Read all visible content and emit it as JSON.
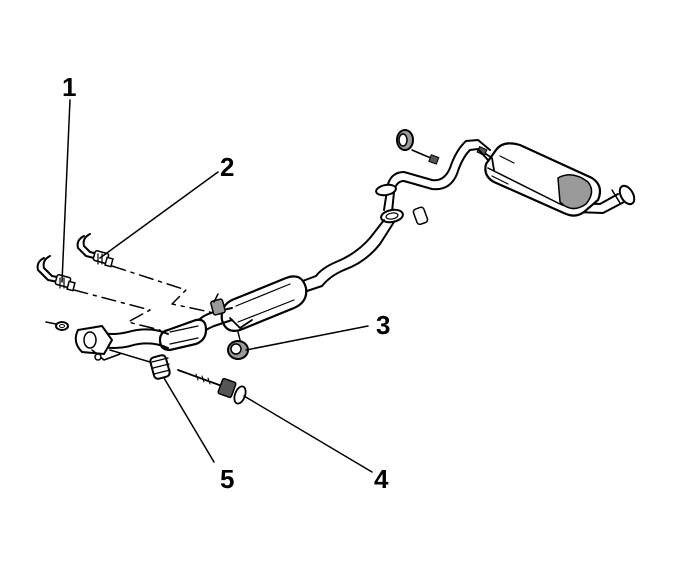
{
  "callouts": [
    {
      "id": "1",
      "label": "1"
    },
    {
      "id": "2",
      "label": "2"
    },
    {
      "id": "3",
      "label": "3"
    },
    {
      "id": "4",
      "label": "4"
    },
    {
      "id": "5",
      "label": "5"
    }
  ],
  "colors": {
    "ink": "#000000",
    "background": "#ffffff",
    "shade": "#9a9a9a"
  }
}
